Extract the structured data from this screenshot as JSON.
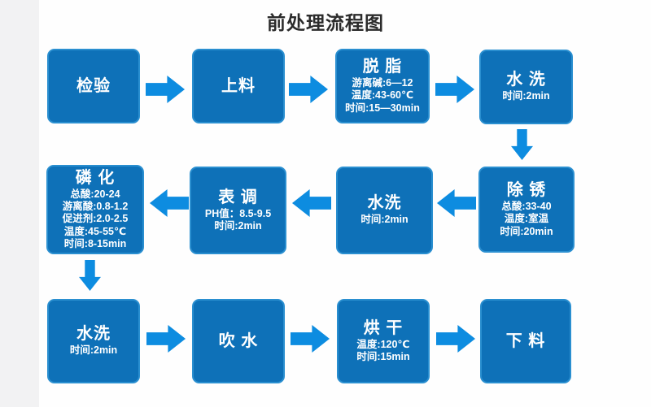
{
  "title": "前处理流程图",
  "colors": {
    "bg": "#fefefe",
    "strip": "#f2f2f3",
    "box": "#0e71b8",
    "edge": "#2a8fd0",
    "arrow": "#0d8ce0",
    "text": "#ffffff",
    "title": "#2b2b2b"
  },
  "nodes": [
    {
      "label": "检验",
      "details": []
    },
    {
      "label": "上料",
      "details": []
    },
    {
      "label": "脱 脂",
      "details": [
        "游离碱:6—12",
        "温度:43-60℃",
        "时间:15—30min"
      ]
    },
    {
      "label": "水 洗",
      "details": [
        "时间:2min"
      ]
    },
    {
      "label": "除 锈",
      "details": [
        "总酸:33-40",
        "温度:室温",
        "时间:20min"
      ]
    },
    {
      "label": "水洗",
      "details": [
        "时间:2min"
      ]
    },
    {
      "label": "表 调",
      "details": [
        "PH值：8.5-9.5",
        "时间:2min"
      ]
    },
    {
      "label": "磷 化",
      "details": [
        "总酸:20-24",
        "游离酸:0.8-1.2",
        "促进剂:2.0-2.5",
        "温度:45-55℃",
        "时间:8-15min"
      ]
    },
    {
      "label": "水洗",
      "details": [
        "时间:2min"
      ]
    },
    {
      "label": "吹 水",
      "details": []
    },
    {
      "label": "烘 干",
      "details": [
        "温度:120℃",
        "时间:15min"
      ]
    },
    {
      "label": "下 料",
      "details": []
    }
  ]
}
